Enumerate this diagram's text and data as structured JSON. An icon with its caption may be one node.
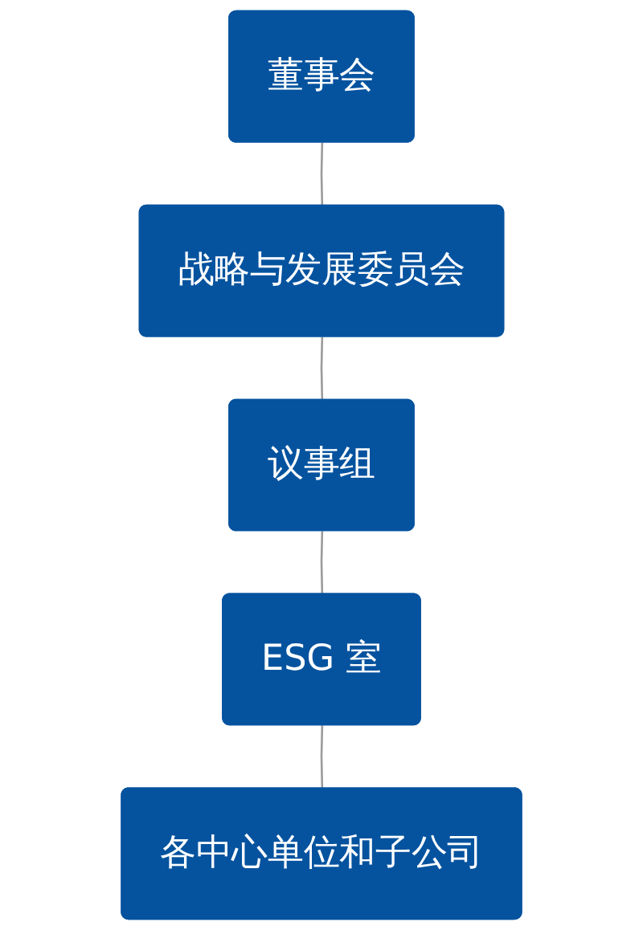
{
  "diagram": {
    "nodes": [
      {
        "text": [
          "董事会"
        ]
      },
      {
        "text": [
          "战略与发展委员会"
        ]
      },
      {
        "text": [
          "议事组"
        ]
      },
      {
        "text": [
          "ESG 室"
        ]
      },
      {
        "text": [
          "各中心单位和子公司"
        ]
      }
    ],
    "edges": [
      {
        "from": 0,
        "to": 1,
        "arrow": "none"
      },
      {
        "from": 1,
        "to": 2,
        "arrow": "none"
      },
      {
        "from": 2,
        "to": 3,
        "arrow": "none"
      },
      {
        "from": 3,
        "to": 4,
        "arrow": "none"
      }
    ]
  }
}
